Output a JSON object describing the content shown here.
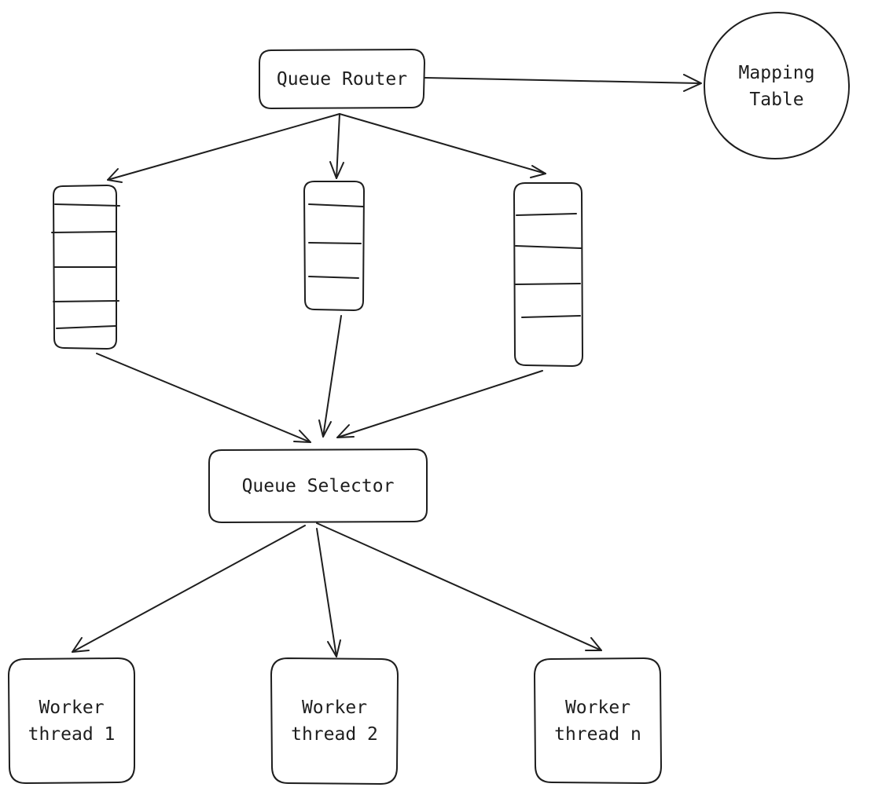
{
  "nodes": {
    "queue_router": {
      "label": "Queue Router"
    },
    "mapping_table": {
      "label": "Mapping\nTable"
    },
    "queue_selector": {
      "label": "Queue Selector"
    },
    "workers": [
      {
        "label": "Worker\nthread 1"
      },
      {
        "label": "Worker\nthread 2"
      },
      {
        "label": "Worker\nthread n"
      }
    ]
  },
  "colors": {
    "stroke": "#1e1e1e",
    "background": "#ffffff"
  }
}
